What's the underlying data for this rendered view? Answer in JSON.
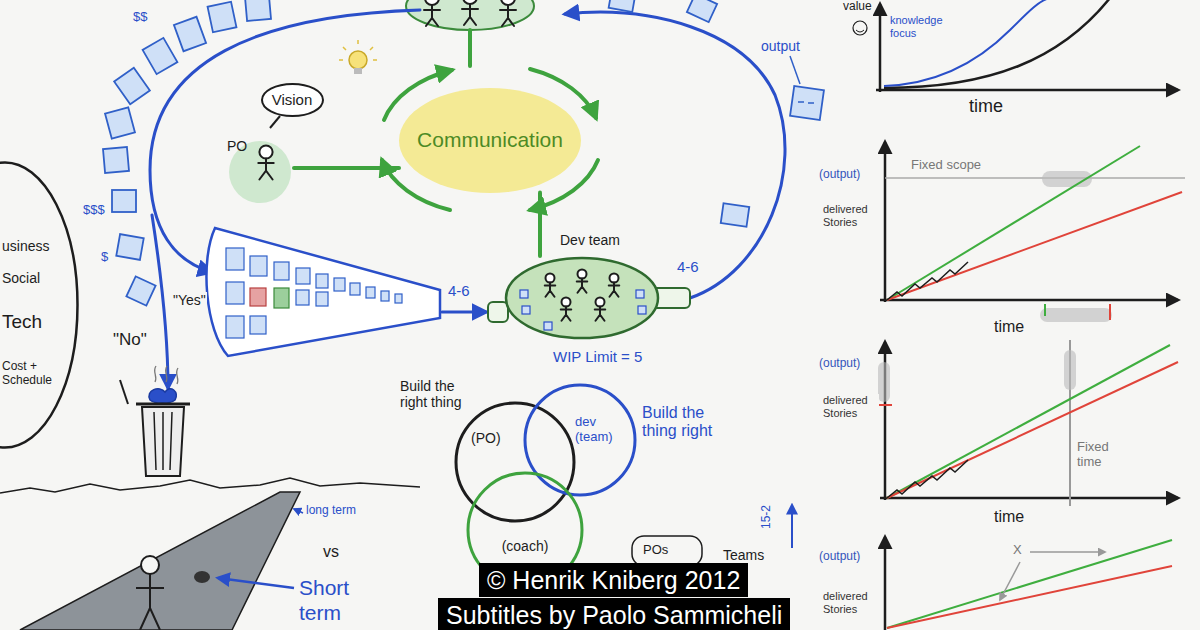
{
  "diagram": {
    "nodes": [
      {
        "text": [
          "usiness",
          "Social",
          "Tech",
          "Cost + Schedule"
        ]
      },
      {
        "text": [
          "PO"
        ]
      },
      {
        "text": [
          "Vision"
        ]
      },
      {
        "text": [
          "Communication"
        ]
      },
      {
        "text": [
          "Dev team"
        ]
      },
      {
        "text": [
          "Build the right thing",
          "(PO)"
        ]
      },
      {
        "text": [
          "dev (team)",
          "Build the thing right"
        ]
      },
      {
        "text": [
          "(coach)"
        ]
      }
    ],
    "edges": [
      {
        "from": 1,
        "to": 3,
        "arrow": "none"
      },
      {
        "from": 4,
        "to": 3,
        "arrow": "none"
      }
    ],
    "labels": [
      "$$",
      "$$$",
      "$",
      "output",
      "\"Yes\"",
      "\"No\"",
      "4-6",
      "4-6",
      "WIP Limit = 5",
      "long term",
      "vs",
      "Short term",
      "POs",
      "Teams",
      "15-2",
      "value",
      "knowledge focus",
      "time",
      "(output)",
      "Fixed scope",
      "delivered Stories",
      "time",
      "(output)",
      "delivered Stories",
      "Fixed time",
      "time",
      "(output)",
      "delivered Stories",
      "X",
      "© Henrik Kniberg 2012",
      "Subtitles by Paolo Sammicheli"
    ]
  }
}
